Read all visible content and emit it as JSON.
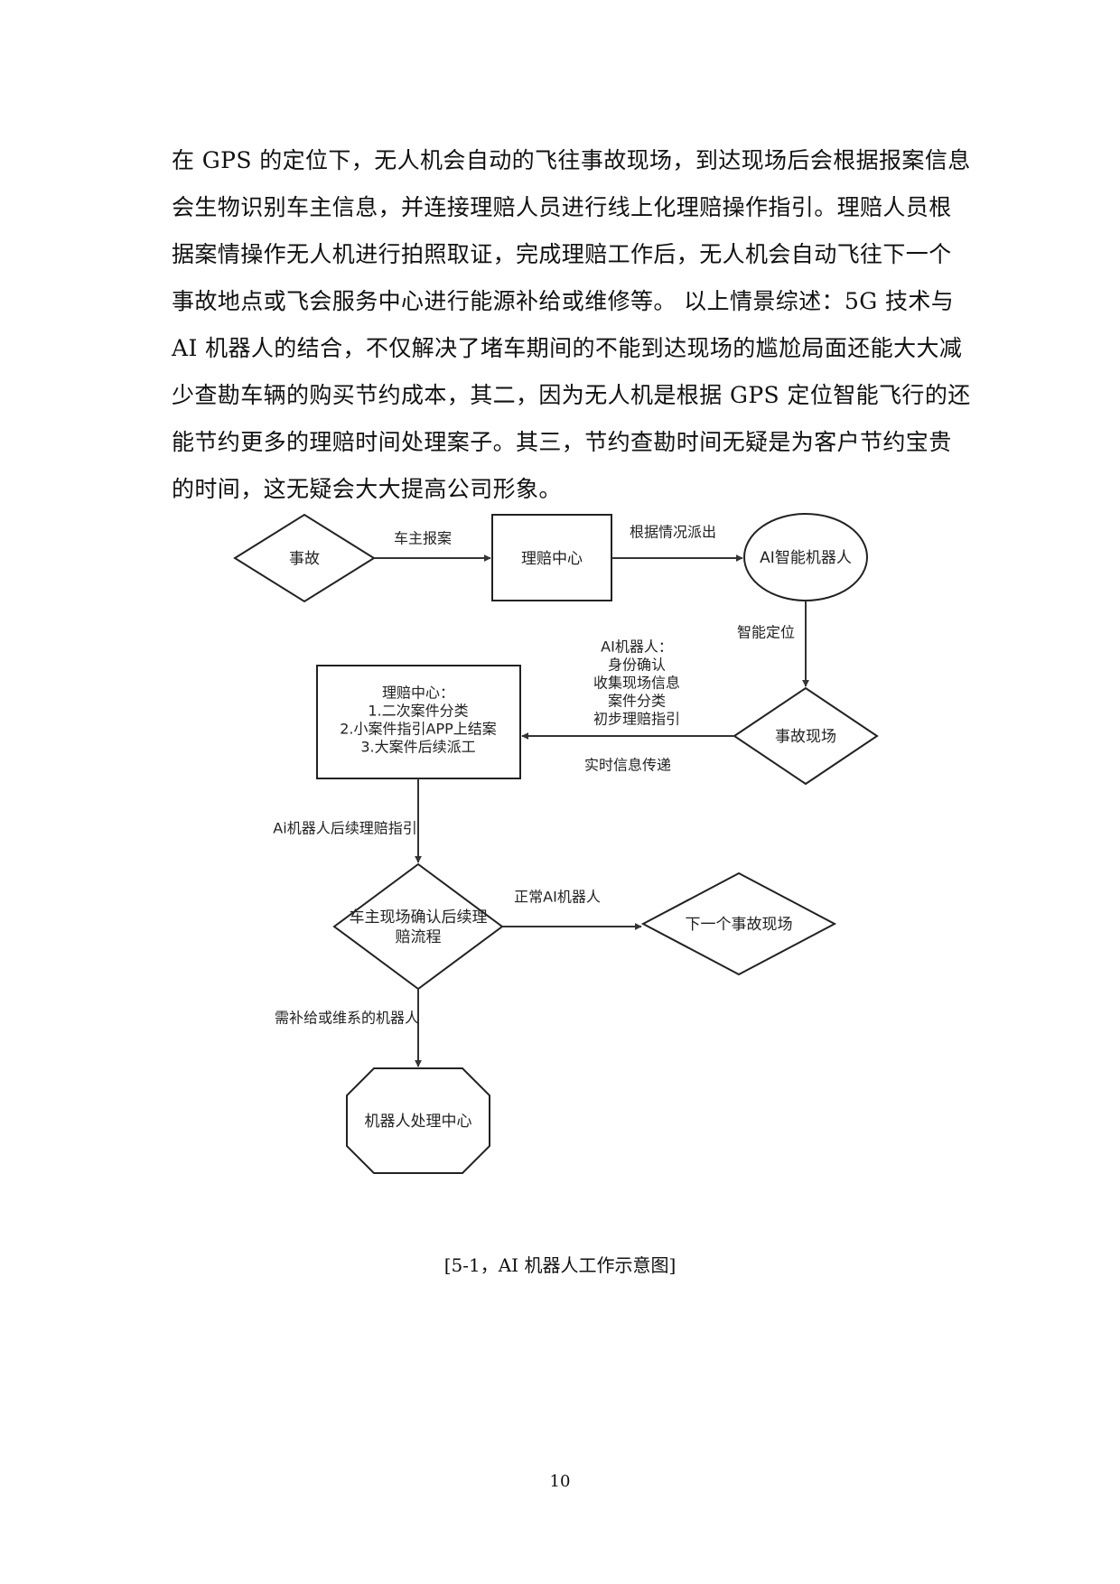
{
  "paragraph_lines": [
    "在 GPS 的定位下，无人机会自动的飞往事故现场，到达现场后会根据报案信息",
    "会生物识别车主信息，并连接理赔人员进行线上化理赔操作指引。理赔人员根",
    "据案情操作无人机进行拍照取证，完成理赔工作后，无人机会自动飞往下一个",
    "事故地点或飞会服务中心进行能源补给或维修等。 以上情景综述：5G 技术与",
    "AI 机器人的结合，不仅解决了堵车期间的不能到达现场的尴尬局面还能大大减",
    "少查勘车辆的购买节约成本，其二，因为无人机是根据 GPS 定位智能飞行的还",
    "能节约更多的理赔时间处理案子。其三，节约查勘时间无疑是为客户节约宝贵",
    "的时间，这无疑会大大提高公司形象。"
  ],
  "flowchart": {
    "nodes": {
      "accident": [
        "事故"
      ],
      "claim_center": [
        "理赔中心"
      ],
      "ai_robot": [
        "AI智能机器人"
      ],
      "accident_scene": [
        "事故现场"
      ],
      "claim_center_tasks": [
        "理赔中心：",
        "1.二次案件分类",
        "2.小案件指引APP上结案",
        "3.大案件后续派工"
      ],
      "owner_confirm": [
        "车主现场确认后续理",
        "赔流程"
      ],
      "next_scene": [
        "下一个事故现场"
      ],
      "robot_center": [
        "机器人处理中心"
      ]
    },
    "edges": {
      "owner_report": [
        "车主报案"
      ],
      "dispatch": [
        "根据情况派出"
      ],
      "smart_locate": [
        "智能定位"
      ],
      "ai_tasks": [
        "AI机器人：",
        "身份确认",
        "收集现场信息",
        "案件分类",
        "初步理赔指引"
      ],
      "realtime": [
        "实时信息传递"
      ],
      "followup": [
        "Ai机器人后续理赔指引"
      ],
      "normal_robot": [
        "正常AI机器人"
      ],
      "repair": [
        "需补给或维系的机器人"
      ]
    }
  },
  "caption": "[5-1，AI 机器人工作示意图]",
  "page_number": "10"
}
